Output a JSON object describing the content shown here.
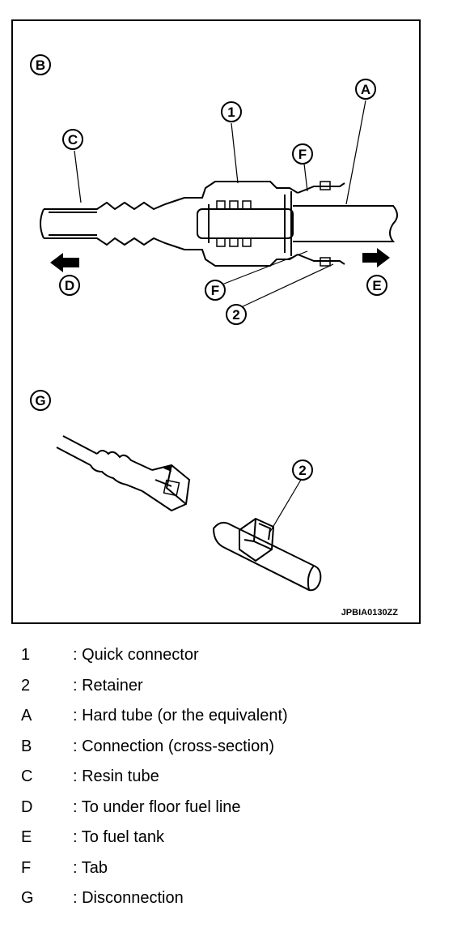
{
  "figure": {
    "callouts": {
      "B": "B",
      "A": "A",
      "one": "1",
      "C": "C",
      "F_top": "F",
      "D": "D",
      "E": "E",
      "F_bottom": "F",
      "two": "2",
      "G": "G",
      "two_lower": "2"
    },
    "figure_id": "JPBIA0130ZZ"
  },
  "legend": [
    {
      "key": "1",
      "desc": ": Quick connector"
    },
    {
      "key": "2",
      "desc": ": Retainer"
    },
    {
      "key": "A",
      "desc": ": Hard tube (or the equivalent)"
    },
    {
      "key": "B",
      "desc": ": Connection (cross-section)"
    },
    {
      "key": "C",
      "desc": ": Resin tube"
    },
    {
      "key": "D",
      "desc": ": To under floor fuel line"
    },
    {
      "key": "E",
      "desc": ": To fuel tank"
    },
    {
      "key": "F",
      "desc": ": Tab"
    },
    {
      "key": "G",
      "desc": ": Disconnection"
    }
  ]
}
